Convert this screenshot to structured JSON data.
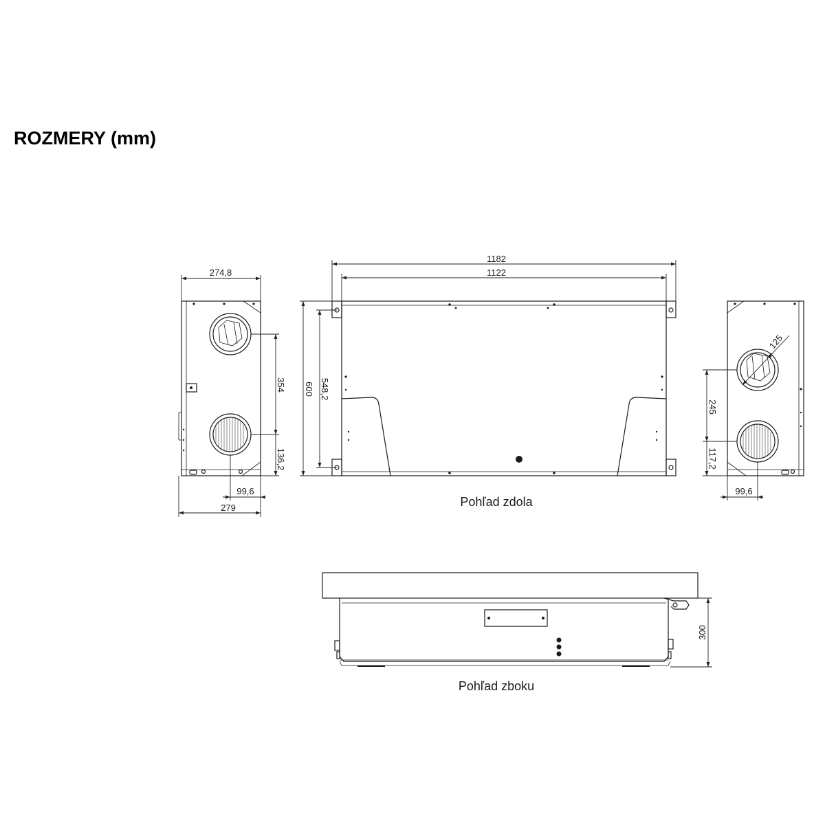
{
  "title": "ROZMERY (mm)",
  "captions": {
    "bottom_view": "Pohľad zdola",
    "side_view": "Pohľad zboku"
  },
  "dimensions": {
    "left_view": {
      "top_width": "274,8",
      "bottom_width": "279",
      "outlet_offset": "99,6",
      "port_spacing": "354",
      "lower_port_height": "136,2"
    },
    "bottom_view": {
      "overall_length": "1182",
      "inner_length": "1122",
      "overall_height": "600",
      "inner_height": "548,2"
    },
    "right_view": {
      "port_diameter": "125",
      "port_spacing": "245",
      "lower_port_height": "117,2",
      "outlet_offset": "99,6"
    },
    "side_view": {
      "height": "300"
    }
  }
}
